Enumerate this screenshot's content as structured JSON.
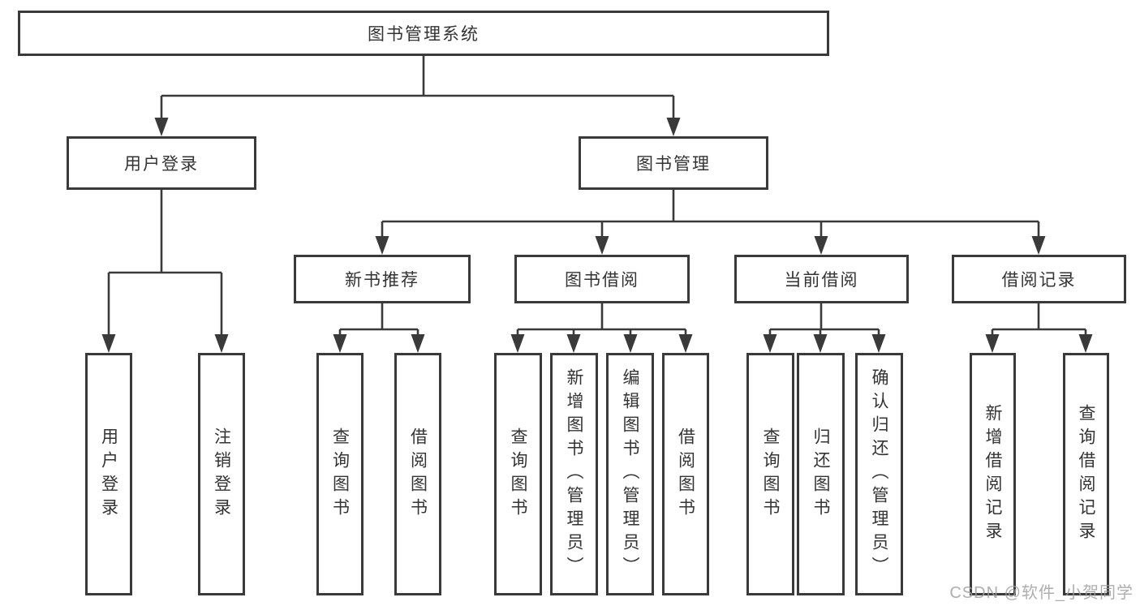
{
  "diagram": {
    "root": {
      "label": "图书管理系统"
    },
    "branches": [
      {
        "label": "用户登录",
        "children": [
          "用户登录",
          "注销登录"
        ]
      },
      {
        "label": "图书管理",
        "sections": [
          {
            "label": "新书推荐",
            "children": [
              "查询图书",
              "借阅图书"
            ]
          },
          {
            "label": "图书借阅",
            "children": [
              "查询图书",
              "新增图书（管理员）",
              "编辑图书（管理员）",
              "借阅图书"
            ]
          },
          {
            "label": "当前借阅",
            "children": [
              "查询图书",
              "归还图书",
              "确认归还（管理员）"
            ]
          },
          {
            "label": "借阅记录",
            "children": [
              "新增借阅记录",
              "查询借阅记录"
            ]
          }
        ]
      }
    ]
  },
  "watermark": "CSDN @软件_小贺同学",
  "colors": {
    "line": "#3a3a3a",
    "text": "#333333",
    "watermark": "#a0a0a0",
    "background": "#ffffff"
  }
}
